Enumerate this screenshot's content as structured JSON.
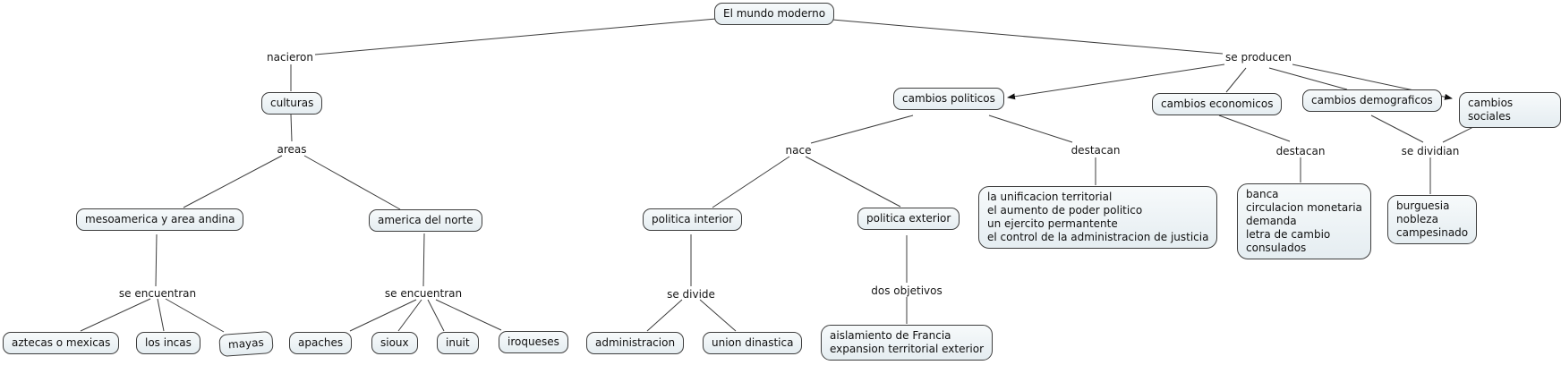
{
  "diagram": {
    "type": "concept-map",
    "background": "#ffffff",
    "node_fill": "#e9f0f3",
    "node_border": "#3e3e3e",
    "line_color": "#3c3c3c",
    "arrow_color": "#111111"
  },
  "nodes": {
    "root": "El mundo moderno",
    "culturas": "culturas",
    "mesoamerica": "mesoamerica y area andina",
    "america_norte": "america del norte",
    "aztecas": "aztecas o mexicas",
    "incas": "los incas",
    "mayas": "mayas",
    "apaches": "apaches",
    "sioux": "sioux",
    "inuit": "inuit",
    "iroqueses": "iroqueses",
    "cambios_politicos": "cambios politicos",
    "cambios_economicos": "cambios economicos",
    "cambios_demograficos": "cambios demograficos",
    "cambios_sociales": "cambios sociales",
    "politica_interior": "politica interior",
    "politica_exterior": "politica exterior",
    "administracion": "administracion",
    "union_dinastica": "union dinastica",
    "aislamiento": "aislamiento de Francia\nexpansion territorial exterior",
    "unificacion": "la unificacion territorial\nel aumento de poder politico\nun ejercito permantente\nel control de la administracion de justicia",
    "banca": "banca\ncirculacion monetaria\ndemanda\nletra de cambio\nconsulados",
    "estamentos": "burguesia\nnobleza\ncampesinado"
  },
  "links": {
    "nacieron": "nacieron",
    "se_producen": "se producen",
    "areas": "areas",
    "nace": "nace",
    "destacan_1": "destacan",
    "destacan_2": "destacan",
    "se_dividian": "se dividian",
    "se_encuentran_1": "se encuentran",
    "se_encuentran_2": "se encuentran",
    "se_divide": "se divide",
    "dos_objetivos": "dos objetivos"
  }
}
